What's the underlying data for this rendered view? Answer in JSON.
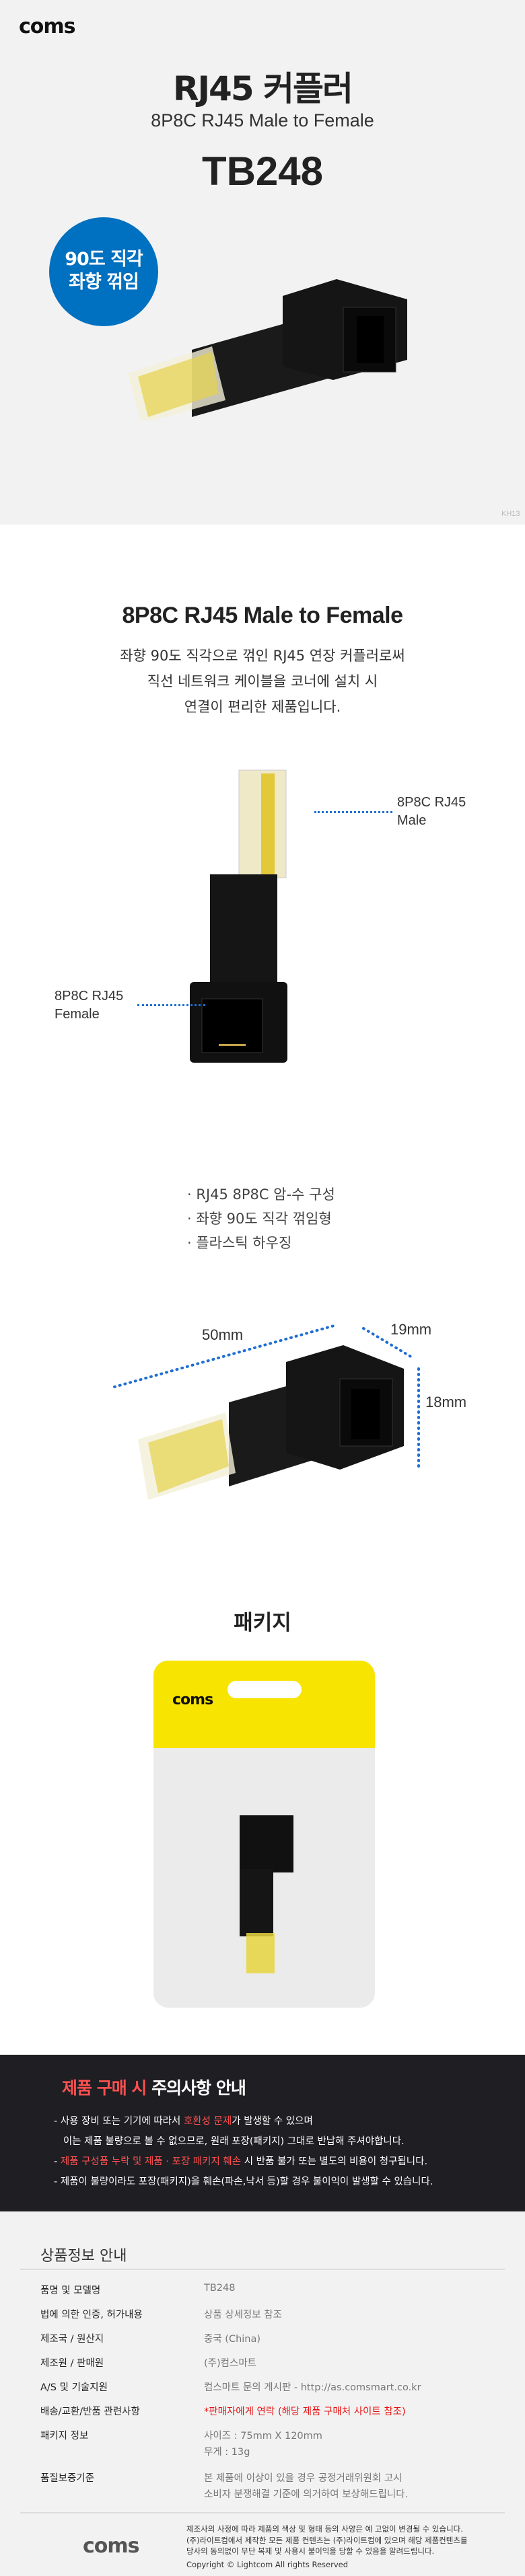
{
  "header": {
    "logo": "coms",
    "title": "RJ45 커플러",
    "subtitle": "8P8C RJ45 Male to Female",
    "model": "TB248",
    "badge": [
      "90도 직각",
      "좌향 꺾임"
    ],
    "image_code": "KH13"
  },
  "intro": {
    "heading": "8P8C RJ45 Male to Female",
    "lines": [
      "좌향 90도 직각으로 꺾인 RJ45 연장 커플러로써",
      "직선 네트워크 케이블을 코너에 설치 시",
      "연결이 편리한 제품입니다."
    ],
    "male_label": [
      "8P8C RJ45",
      "Male"
    ],
    "female_label": [
      "8P8C RJ45",
      "Female"
    ]
  },
  "features": [
    "· RJ45 8P8C 암-수 구성",
    "· 좌향 90도 직각 꺾임형",
    "· 플라스틱 하우징"
  ],
  "dimensions": {
    "length": "50mm",
    "width": "19mm",
    "height": "18mm"
  },
  "package": {
    "heading": "패키지",
    "logo": "coms"
  },
  "caution": {
    "title_red": "제품 구매 시",
    "title_white": " 주의사항 안내",
    "items": [
      {
        "pre": "- 사용 장비 또는 기기에 따라서 ",
        "red": "호환성 문제",
        "post": "가 발생할 수 있으며"
      },
      {
        "pre": "   이는 제품 불량으로 볼 수 없으므로, 원래 포장(패키지) 그대로 반납해 주셔야합니다.",
        "red": "",
        "post": ""
      },
      {
        "pre": "- ",
        "red": "제품 구성품 누락 및  제품 · 포장 패키지 훼손",
        "post": " 시 반품 불가 또는 별도의 비용이 청구됩니다."
      },
      {
        "pre": "- 제품이 불량이라도 포장(패키지)을 훼손(파손,낙서 등)할 경우 불이익이 발생할 수 있습니다.",
        "red": "",
        "post": ""
      }
    ]
  },
  "info": {
    "title": "상품정보 안내",
    "rows": [
      {
        "k": "품명 및 모델명",
        "v": "TB248"
      },
      {
        "k": "법에 의한 인증, 허가내용",
        "v": "상품 상세정보 참조"
      },
      {
        "k": "제조국 / 원산지",
        "v": "중국 (China)"
      },
      {
        "k": "제조원 / 판매원",
        "v": "(주)컴스마트"
      },
      {
        "k": "A/S 및 기술지원",
        "v": "컴스마트 문의 게시판 - http://as.comsmart.co.kr"
      },
      {
        "k": "배송/교환/반품 관련사항",
        "v": "*판매자에게 연락 (해당 제품 구매처 사이트 참조)"
      },
      {
        "k": "패키지 정보",
        "v": "사이즈 : 75mm X 120mm",
        "v2": "무게 : 13g"
      },
      {
        "k": "품질보증기준",
        "v": "본 제품에 이상이 있을 경우 공정거래위원회 고시",
        "v2": "소비자 분쟁해결 기준에 의거하여 보상해드립니다."
      }
    ]
  },
  "footer": {
    "logo": "coms",
    "lines": [
      "제조사의 사정에 따라 제품의 색상 및 형태 등의 사양은 예 고없이 변경될 수 있습니다.",
      "(주)라이트컴에서 제작한 모든 제품 컨텐츠는 (주)라이트컴에 있으며 해당 제품컨텐츠를",
      "당사의 동의없이 무단 복제 및 사용시 불이익을 당할 수 있음을 알려드립니다.",
      "Copyright © Lightcom All rights Reserved"
    ]
  },
  "colors": {
    "badge": "#0070c0",
    "dots": "#1f6fd0",
    "warn_red": "#ff5050",
    "info_red": "#e81010",
    "pack_yellow": "#f7e400"
  }
}
